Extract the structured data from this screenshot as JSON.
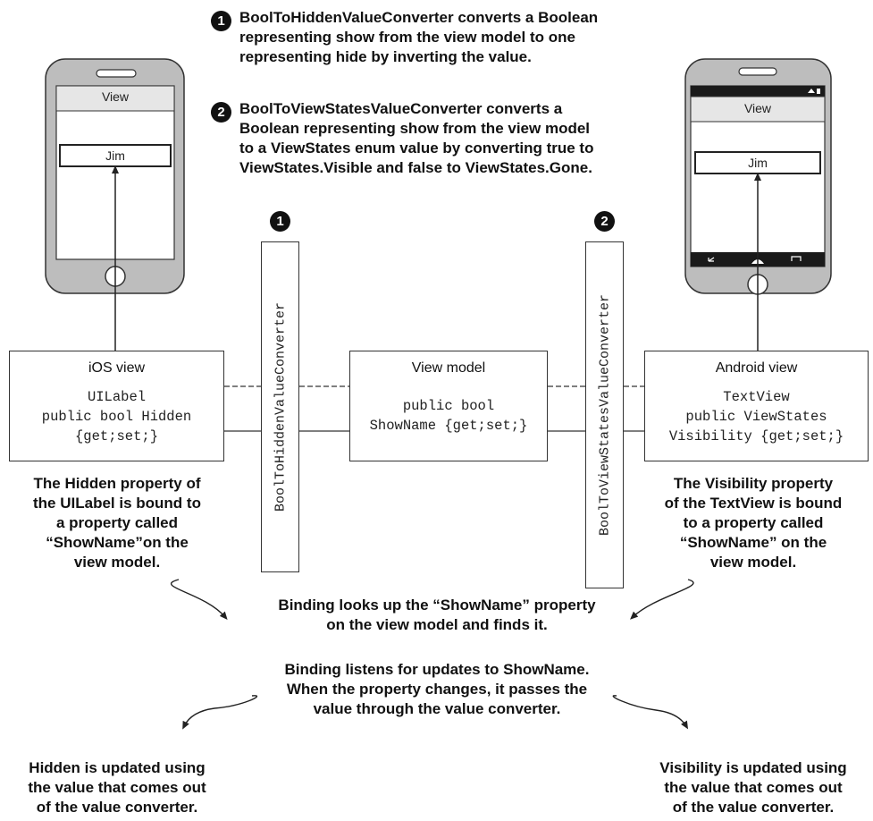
{
  "notes": {
    "note1": {
      "badge": "1",
      "lines": [
        "BoolToHiddenValueConverter converts a Boolean",
        "representing show from the view model to one",
        "representing hide by inverting the value."
      ]
    },
    "note2": {
      "badge": "2",
      "lines": [
        "BoolToViewStatesValueConverter converts a",
        "Boolean representing show from the view model",
        "to a ViewStates enum value by converting true to",
        "ViewStates.Visible and false to ViewStates.Gone."
      ]
    }
  },
  "phones": {
    "ios": {
      "header": "View",
      "field": "Jim"
    },
    "android": {
      "header": "View",
      "field": "Jim"
    }
  },
  "boxes": {
    "ios": {
      "title": "iOS view",
      "code": [
        "UILabel",
        "public bool Hidden",
        "{get;set;}"
      ]
    },
    "viewmodel": {
      "title": "View model",
      "code": [
        "public bool",
        "ShowName {get;set;}"
      ]
    },
    "android": {
      "title": "Android view",
      "code": [
        "TextView",
        "public ViewStates",
        "Visibility {get;set;}"
      ]
    }
  },
  "converters": {
    "hidden": {
      "badge": "1",
      "label": "BoolToHiddenValueConverter"
    },
    "viewstates": {
      "badge": "2",
      "label": "BoolToViewStatesValueConverter"
    }
  },
  "captions": {
    "ios_binding": [
      "The Hidden property of",
      "the UILabel is bound to",
      "a property called",
      "“ShowName”on the",
      "view model."
    ],
    "android_binding": [
      "The Visibility property",
      "of the TextView is bound",
      "to a property called",
      "“ShowName” on the",
      "view model."
    ],
    "lookup": [
      "Binding looks up the “ShowName” property",
      "on the view model and finds it."
    ],
    "listen": [
      "Binding listens for updates to ShowName.",
      "When the property changes, it passes the",
      "value through the value converter."
    ],
    "hidden_update": [
      "Hidden is updated using",
      "the value that comes out",
      "of the value converter."
    ],
    "visibility_update": [
      "Visibility is updated using",
      "the value that comes out",
      "of the value converter."
    ]
  }
}
